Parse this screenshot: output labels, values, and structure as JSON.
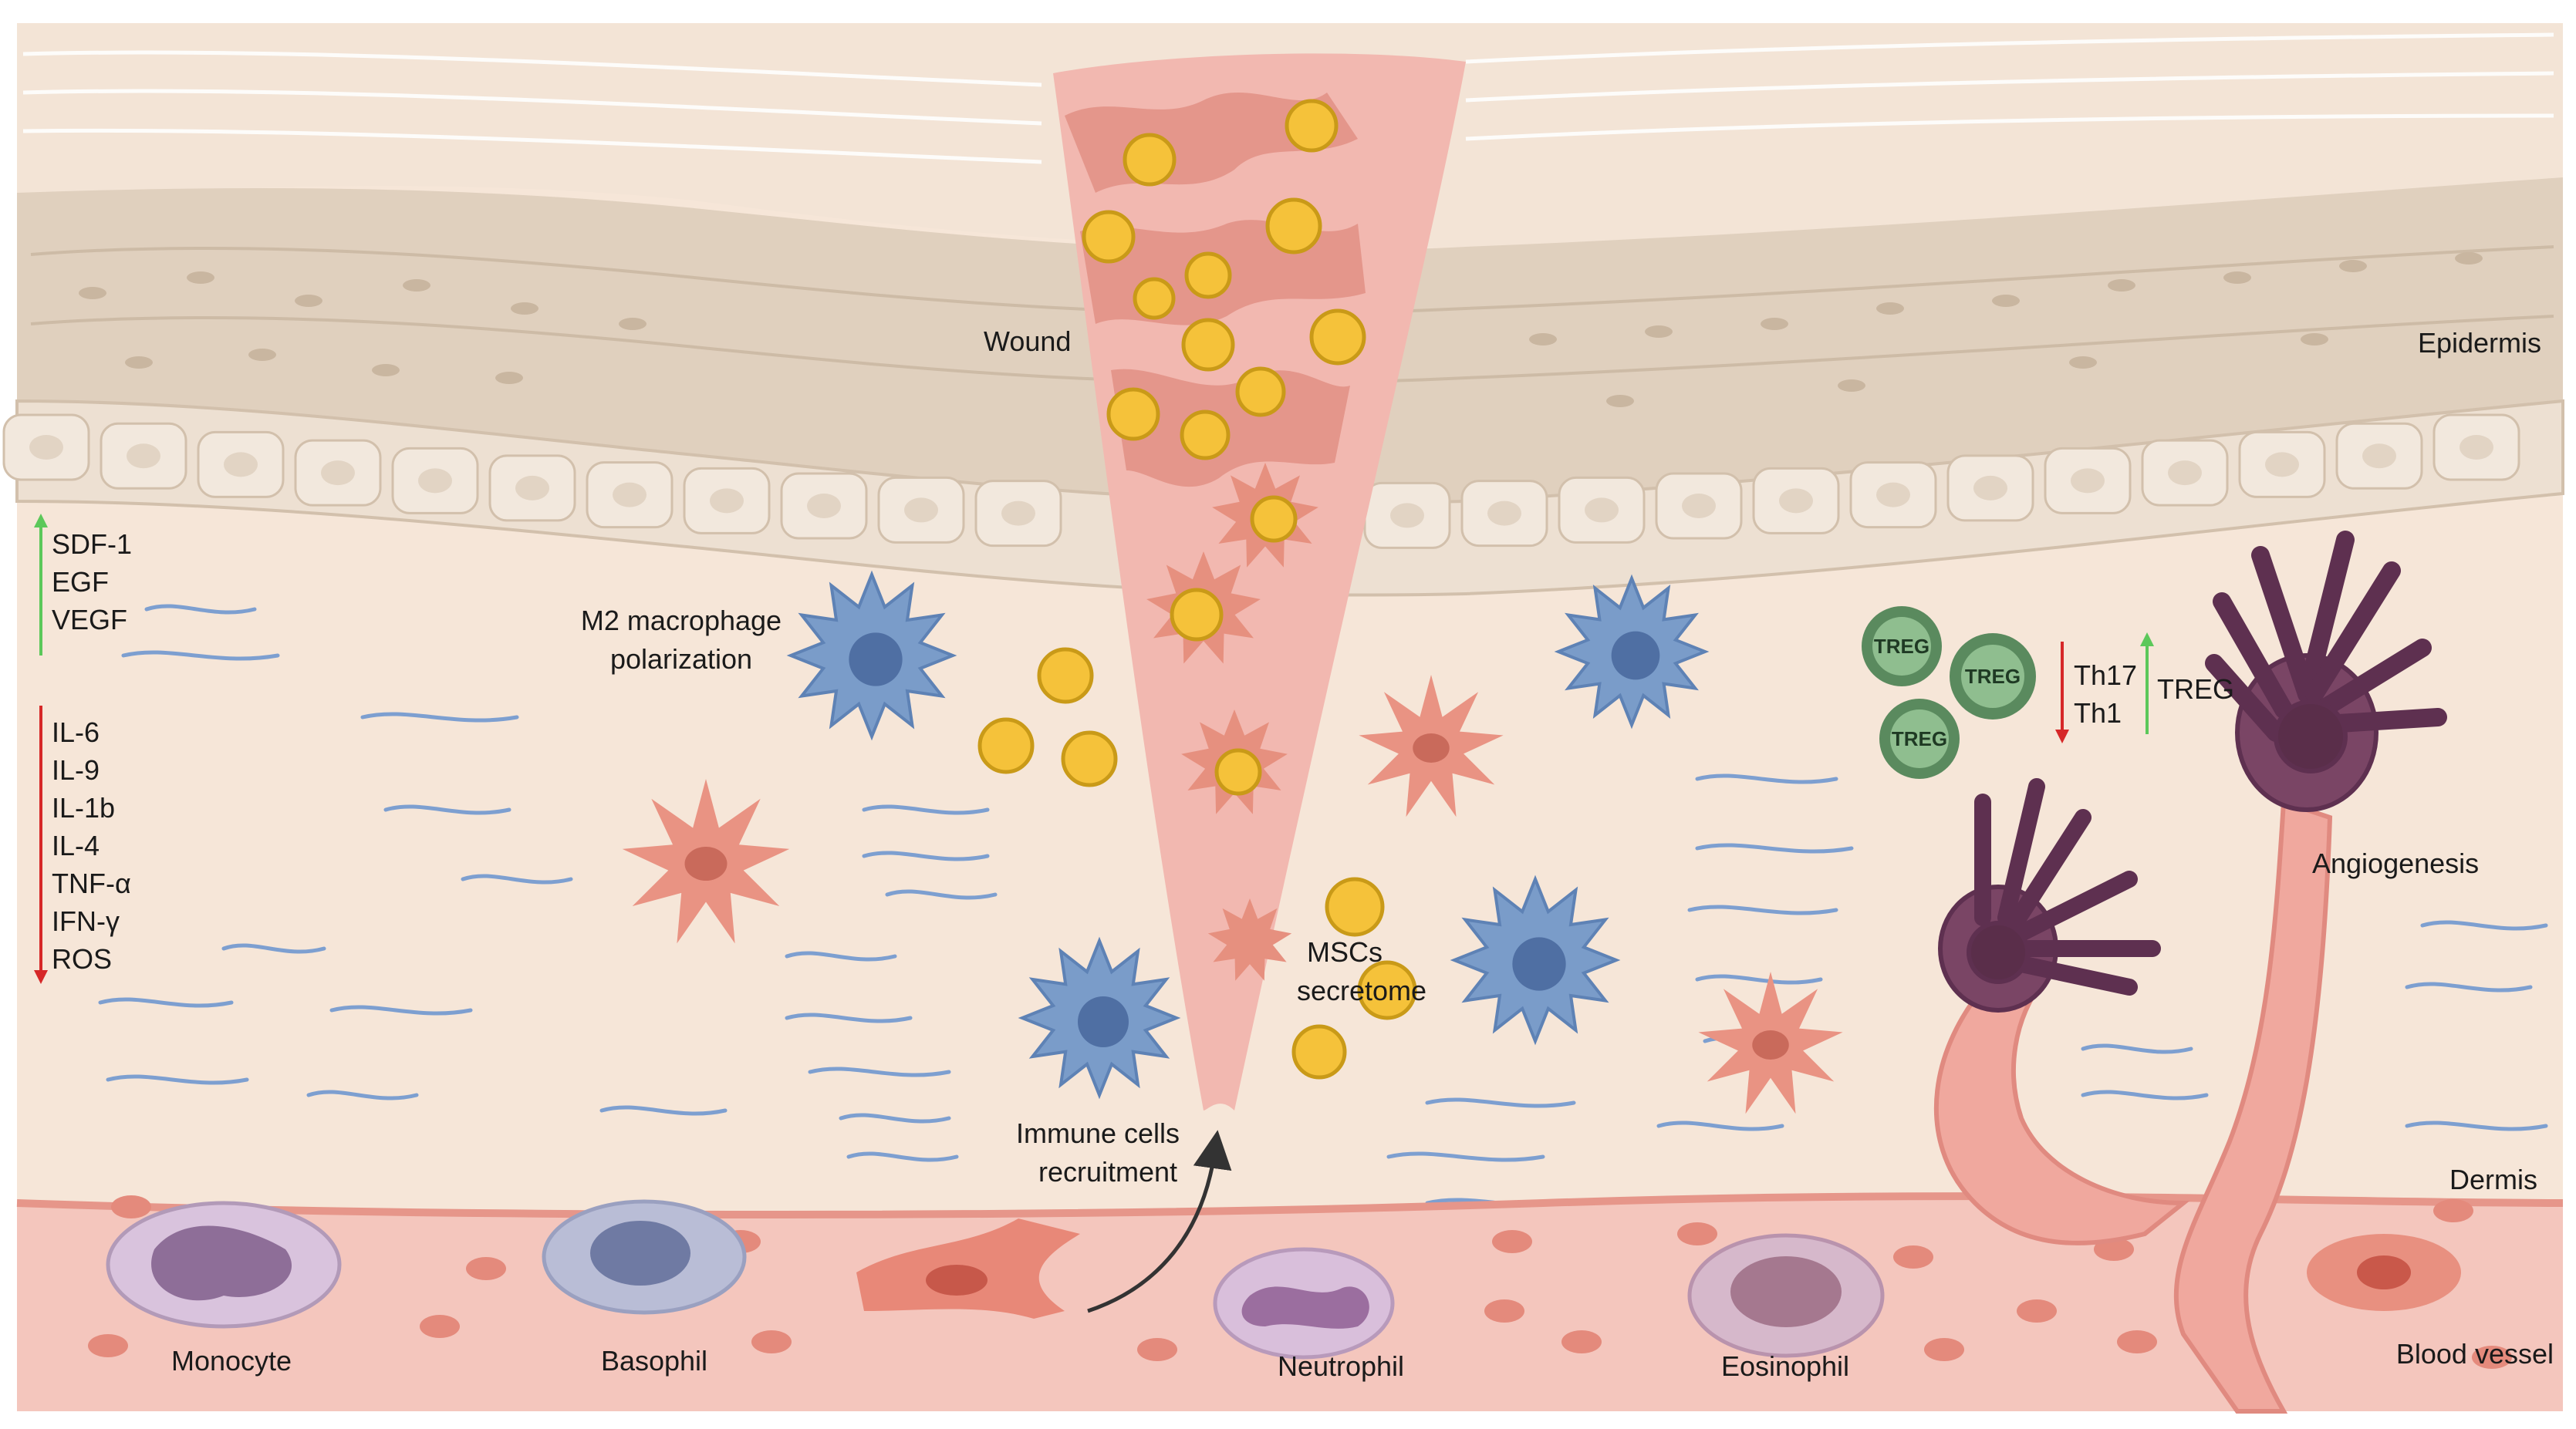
{
  "labels": {
    "wound": "Wound",
    "epidermis": "Epidermis",
    "dermis": "Dermis",
    "blood_vessel": "Blood vessel",
    "angiogenesis": "Angiogenesis",
    "m2_line1": "M2 macrophage",
    "m2_line2": "polarization",
    "mscs_line1": "MSCs",
    "mscs_line2": "secretome",
    "immune_line1": "Immune cells",
    "immune_line2": "recruitment"
  },
  "upregulated_factors": [
    "SDF-1",
    "EGF",
    "VEGF"
  ],
  "downregulated_factors": [
    "IL-6",
    "IL-9",
    "IL-1b",
    "IL-4",
    "TNF-α",
    "IFN-γ",
    "ROS"
  ],
  "treg_cells": [
    "TREG",
    "TREG",
    "TREG"
  ],
  "t_cells_down": [
    "Th17",
    "Th1"
  ],
  "t_cells_up": "TREG",
  "blood_cells": [
    "Monocyte",
    "Basophil",
    "Neutrophil",
    "Eosinophil"
  ],
  "colors": {
    "up_arrow": "#5cc85a",
    "down_arrow": "#d62828",
    "dermis": "#f6e6d8",
    "wound": "#f2b8b0",
    "msc_yellow": "#f5c23a",
    "macrophage_blue": "#7a9cc9",
    "fibroblast_red": "#e99383",
    "treg_green": "#6e9e6e",
    "vessel": "#f0b8b0",
    "dendrite_purple": "#7a4565"
  }
}
